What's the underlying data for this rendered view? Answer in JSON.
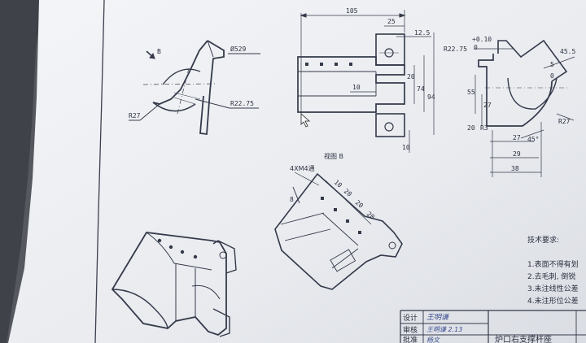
{
  "colors": {
    "paper": "#eef0f3",
    "ink": "#343a4a",
    "shadow": "#4d5158",
    "hand": "#3b4c8f"
  },
  "drawing": {
    "top_left": {
      "dia": "Ø529",
      "r_inner": "R22.75",
      "r_outer": "R27",
      "section": "B"
    },
    "front": {
      "w105": "105",
      "w25": "25",
      "w12_5": "12.5",
      "d10": "10",
      "d20": "20",
      "d74": "74",
      "d94": "94",
      "d10b": "10"
    },
    "side": {
      "tol_plus": "+0.10",
      "tol_zero": "0",
      "r2275": "R22.75",
      "d45_5": "45.5",
      "d5": "5",
      "d0": "0",
      "d55": "55",
      "d27": "27",
      "d20": "20",
      "r3": "R3",
      "r27": "R27",
      "ang45": "45°",
      "d27b": "27",
      "d29": "29",
      "d38": "38"
    },
    "view_b": {
      "title": "视图 B",
      "holes": "4XM4通",
      "d8": "8",
      "d10": "10",
      "d20a": "20",
      "d20b": "20",
      "d20c": "20"
    },
    "notes": {
      "heading": "技术要求:",
      "items": [
        "1.表面不得有划",
        "2.去毛刺, 倒锐",
        "3.未注线性公差",
        "4.未注形位公差"
      ]
    },
    "title_block": {
      "design": "设计",
      "review": "审核",
      "approve": "批准",
      "sig1": "王明谦",
      "sig2": "王明谦 2.13",
      "sig3": "杨文",
      "part_name": "炉口右支撑杆座"
    }
  }
}
